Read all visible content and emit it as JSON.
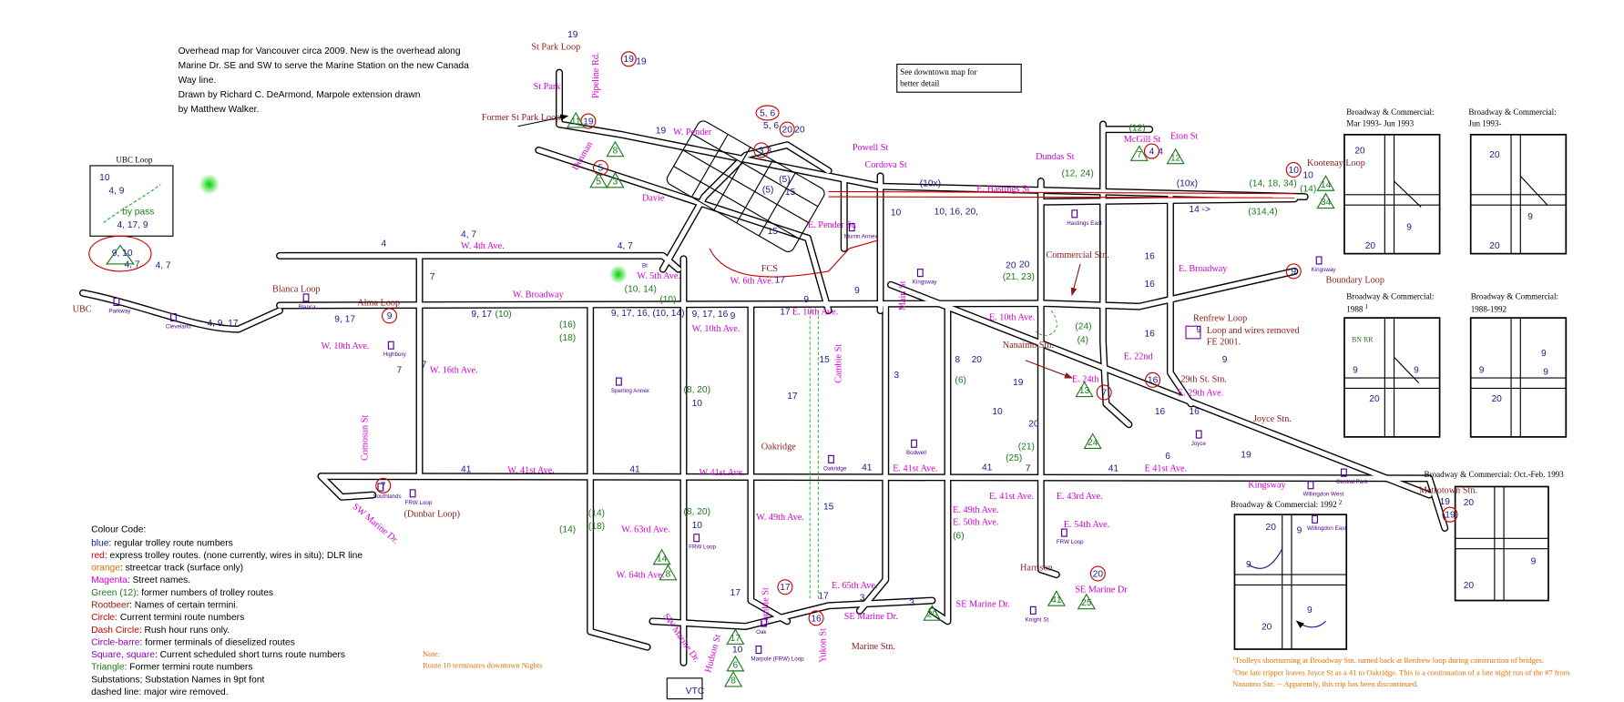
{
  "intro": [
    "Overhead map for Vancouver circa 2009. New is the overhead along",
    "Marine Dr. SE and SW to serve the Marine Station on the new Canada",
    "Way line.",
    "Drawn by Richard C. DeArmond, Marpole extension drawn",
    "by Matthew Walker."
  ],
  "downtown_note": [
    "See downtown map for",
    "better detail"
  ],
  "ubc_inset": {
    "title": "UBC Loop",
    "labels": [
      "10",
      "4, 9",
      "by pass"
    ]
  },
  "legend": {
    "title": "Colour Code:",
    "items": [
      {
        "key": "blue",
        "text": ": regular trolley route numbers",
        "color": "#1a1a8c"
      },
      {
        "key": "red",
        "text": ": express trolley routes. (none currently, wires in situ); DLR line",
        "color": "#cc0000"
      },
      {
        "key": "orange",
        "text": ": streetcar track (surface only)",
        "color": "#e07000"
      },
      {
        "key": "Magenta",
        "text": ": Street names.",
        "color": "#d000d0"
      },
      {
        "key": "Green (12)",
        "text": ": former numbers of trolley routes",
        "color": "#1a7a1a"
      },
      {
        "key": "Rootbeer",
        "text": ": Names of certain termini.",
        "color": "#8b1a1a"
      },
      {
        "key": "Circle:",
        "text": " Current termini route numbers",
        "color": "#cc0000"
      },
      {
        "key": "Dash Circle",
        "text": ": Rush hour runs only.",
        "color": "#cc0000"
      },
      {
        "key": "Circle-barre",
        "text": ": former terminals of dieselized routes",
        "color": "#8b00b0"
      },
      {
        "key": "Square, square",
        "text": ": Current scheduled short turns route numbers",
        "color": "#8b00b0"
      },
      {
        "key": "Triangle",
        "text": ": Former termini route numbers",
        "color": "#1a7a1a"
      },
      {
        "key": "",
        "text": "Substations; Substation Names in 9pt font",
        "color": "#000"
      },
      {
        "key": "",
        "text": "dashed line: major wire removed.",
        "color": "#000"
      }
    ]
  },
  "note": [
    "Note:",
    "Route 10 terminates downtown Nights"
  ],
  "footnotes": [
    "Trolleys shortturning at Broadway Stn. turned back at Renfrew loop during construction of bridges.",
    "One late tripper leaves Joyce St as a 41 to Oakridge. This is a continuation of a late night run of the #7 from",
    "Nanaimo Stn. -- Apparently, this trip has been discontinued."
  ],
  "insets": [
    {
      "title": [
        "Broadway & Commercial:",
        "Mar 1993- Jun 1993"
      ],
      "labels": [
        "20",
        "9",
        "20"
      ]
    },
    {
      "title": [
        "Broadway & Commercial:",
        "Jun 1993-"
      ],
      "labels": [
        "20",
        "9",
        "20"
      ]
    },
    {
      "title": [
        "Broadway & Commercial:",
        "1988"
      ],
      "labels": [
        "BN RR",
        "9",
        "9",
        "20"
      ]
    },
    {
      "title": [
        "Broadway & Commercial:",
        "1988-1992"
      ],
      "labels": [
        "9",
        "9",
        "9",
        "20"
      ]
    },
    {
      "title": [
        "Broadway & Commercial: 1992"
      ],
      "labels": [
        "20",
        "9",
        "9",
        "20",
        "9"
      ]
    },
    {
      "title": [
        "Broadway & Commercial: Oct.-Feb. 1993"
      ],
      "labels": [
        "20",
        "9",
        "20"
      ]
    }
  ],
  "streets": [
    "W. 4th Ave.",
    "W. Broadway",
    "W. 10th Ave.",
    "W. 16th Ave.",
    "Comosun St",
    "W. 41st Ave.",
    "W 41st Ave.",
    "E. 41st Ave.",
    "E 41st Ave.",
    "W. 63rd Ave.",
    "W. 64th Ave.",
    "W. 49th Ave.",
    "E. 49th Ave.",
    "E. 50th Ave.",
    "E. 54th Ave.",
    "E. 43rd Ave.",
    "E. 41st Ave.",
    "E. 65th Ave.",
    "SE Marine Dr.",
    "SE Marine Dr.",
    "SE Marine Dr",
    "SW Marine Dr.",
    "SW Marine Dr.",
    "W. 10th Ave.",
    "E. 10th Ave.",
    "E. 10th Ave.",
    "W. 6th Ave.",
    "W. 5th Ave.",
    "E. Pender St.",
    "Powell St",
    "Cordova St",
    "W. Pender",
    "Davie",
    "Denman",
    "St Park",
    "Pipeline Rd.",
    "E. Hastings St",
    "Dundas St",
    "McGill St",
    "Eton St",
    "E. Broadway",
    "E. 22nd",
    "E. 24th",
    "E. 29th Ave.",
    "Kingsway",
    "Main St",
    "Cambie St",
    "Cambie St",
    "Yukon St",
    "Hudson St"
  ],
  "termini": [
    "St Park Loop",
    "Former St Park Loop",
    "Blanca Loop",
    "Alma Loop",
    "FCS",
    "Oakridge",
    "Commercial Stn.",
    "Nanaimo Stn.",
    "Kootenay Loop",
    "Boundary Loop",
    "Renfrew Loop",
    "29th St. Stn.",
    "Joyce Stn.",
    "Metrotown Stn.",
    "Harrison",
    "Marine Stn.",
    "(Dunbar Loop)",
    "UBC"
  ],
  "renfrew_note": [
    "Loop and wires removed",
    "FE 2001."
  ],
  "substations": [
    "Parkway",
    "Cleveland",
    "Blanca",
    "Highbury",
    "Sperling Annex",
    "Oakridge",
    "Bodwell",
    "Kingsway",
    "Hastings East",
    "Murrin Annex",
    "Joyce",
    "Central Park",
    "Willingdon West",
    "Willingdon East",
    "Knight St.",
    "Oak",
    "Marpole (FRW) Loop",
    "Southlands",
    "FRW Loop",
    "FRW Loop",
    "FRW Loop",
    "Kingsway",
    "Bt"
  ],
  "routes": [
    "4",
    "4, 7",
    "4, 7",
    "4, 7",
    "4, 7",
    "4, 17, 9",
    "4, 9, 17",
    "9, 17",
    "9, 17",
    "9, 17, 16, (10, 14)",
    "9, 17, 16",
    "7",
    "7",
    "7",
    "9",
    "9",
    "9",
    "9",
    "9",
    "16",
    "17",
    "17",
    "17",
    "17",
    "19",
    "19",
    "19",
    "10",
    "10",
    "10",
    "15",
    "15",
    "15",
    "15",
    "17",
    "3",
    "3",
    "3",
    "8",
    "20",
    "20",
    "20",
    "19",
    "19",
    "16",
    "16",
    "16",
    "14 ->",
    "10, 16, 20,",
    "(10x)",
    "(10x)",
    "20",
    "10",
    "10",
    "(5)",
    "(5)",
    "5, 6",
    "3",
    "20",
    "19",
    "4",
    "10",
    "16",
    "41",
    "41",
    "41",
    "41",
    "41",
    "9, 10",
    "VTC",
    "7",
    "6"
  ],
  "former": [
    "(10)",
    "(10)",
    "(16)",
    "(14)",
    "(18)",
    "(14)",
    "(18)",
    "(8, 20)",
    "(8, 20)",
    "(14)",
    "(12)",
    "(12, 24)",
    "(14, 18, 34)",
    "(314,4)",
    "(21, 23)",
    "(24)",
    "(4)",
    "(6)",
    "(6)",
    "(21)",
    "(25)",
    "(10, 14)"
  ],
  "circles": [
    "19",
    "5, 6",
    "20",
    "3",
    "5",
    "19",
    "9",
    "7",
    "4",
    "10",
    "9",
    "16",
    "7",
    "17",
    "16",
    "20",
    "19"
  ],
  "triangles": [
    "11",
    "8",
    "5",
    "3",
    "7",
    "12",
    "14",
    "34",
    "24",
    "41",
    "25",
    "13",
    "14",
    "8",
    "20",
    "17",
    "6",
    "8"
  ]
}
